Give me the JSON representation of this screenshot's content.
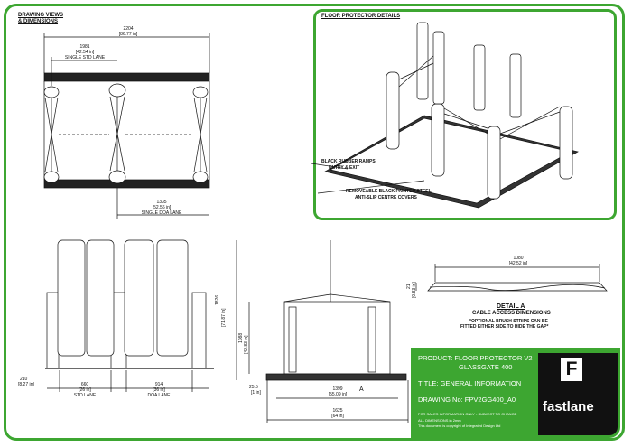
{
  "left_section": {
    "heading_line1": "DRAWING VIEWS",
    "heading_line2": "& DIMENSIONS"
  },
  "plan_view": {
    "overall_mm": "2204",
    "overall_in": "[86.77 in]",
    "std_mm": "1981",
    "std_in": "[42.54 in]",
    "std_label": "SINGLE STD LANE",
    "doa_mm": "1335",
    "doa_in": "[52.56 in]",
    "doa_label": "SINGLE DOA LANE"
  },
  "floor_protector": {
    "heading": "FLOOR PROTECTOR DETAILS",
    "ramps_line1": "BLACK RUBBER RAMPS",
    "ramps_line2": "ENTRY & EXIT",
    "covers_line1": "REMOVEABLE BLACK PAINTED STEEL",
    "covers_line2": "ANTI-SLIP CENTRE COVERS"
  },
  "front_view": {
    "base_mm": "210",
    "base_in": "[8.27 in]",
    "std_mm": "660",
    "std_in": "[26 in]",
    "std_label": "STD LANE",
    "doa_mm": "914",
    "doa_in": "[36 in]",
    "doa_label": "DOA LANE"
  },
  "side_view": {
    "height_mm": "1826",
    "height_in": "[71.87 in]",
    "inner_mm": "1088",
    "inner_in": "[42.83 in]",
    "depth_mm": "1399",
    "depth_in": "[55.09 in]",
    "total_mm": "1625",
    "total_in": "[64 in]",
    "ramp_mm": "25.5",
    "ramp_in": "[1 in]",
    "marker": "A"
  },
  "detail_a": {
    "width_mm": "1080",
    "width_in": "[42.52 in]",
    "h_mm": "21",
    "h_in": "[0.83 in]",
    "title": "DETAIL A",
    "subtitle": "CABLE ACCESS DIMENSIONS",
    "note_line1": "*OPTIONAL BRUSH STRIPS CAN BE",
    "note_line2": "FITTED EITHER SIDE TO HIDE THE GAP*"
  },
  "title_block": {
    "product_line1": "PRODUCT:  FLOOR PROTECTOR V2",
    "product_line2": "GLASSGATE 400",
    "title": "TITLE: GENERAL INFORMATION",
    "drawing": "DRAWING No: FPV2GG400_A0",
    "fine1": "FOR SALES INFORMATION ONLY - SUBJECT TO CHANGE",
    "fine2": "ALL DIMENSIONS in 2mm",
    "fine3": "This document is copyright of Integrated Design Ltd",
    "logo_letter": "F",
    "logo_word": "fastlane"
  },
  "colors": {
    "accent": "#3da631",
    "dark": "#111111"
  }
}
